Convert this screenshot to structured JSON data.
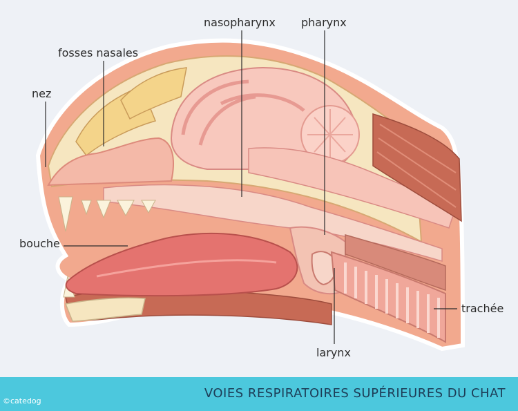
{
  "labels": {
    "nez": "nez",
    "fosses_nasales": "fosses nasales",
    "nasopharynx": "nasopharynx",
    "pharynx": "pharynx",
    "bouche": "bouche",
    "trachee": "trachée",
    "larynx": "larynx"
  },
  "footer": {
    "title": "VOIES RESPIRATOIRES SUPÉRIEURES DU CHAT",
    "credit": "©catedog"
  },
  "colors": {
    "background": "#eef1f6",
    "footer_band": "#4cc8dd",
    "skin": "#f2a98e",
    "bone": "#f6e6c0",
    "tissue": "#f3c3b3",
    "tongue": "#e4736f",
    "muscle": "#c76a55"
  }
}
